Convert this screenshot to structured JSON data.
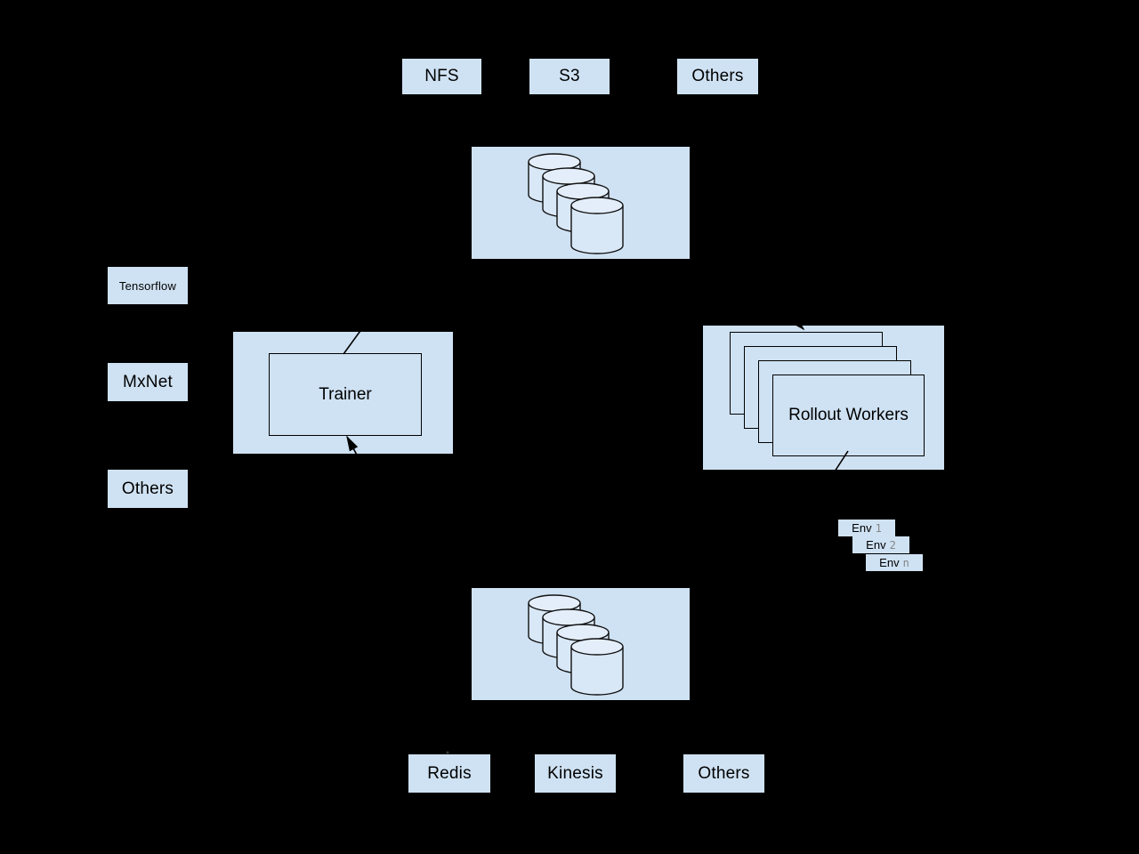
{
  "colors": {
    "background": "#000000",
    "box_fill": "#cfe2f3",
    "cylinder_body_fill": "#d9e8f7",
    "cylinder_top_fill": "#e4eefb",
    "outline": "#000000",
    "env_index_color": "#858585"
  },
  "storage_row": {
    "items": [
      {
        "label": "NFS"
      },
      {
        "label": "S3"
      },
      {
        "label": "Others"
      }
    ]
  },
  "top_datastore": {
    "icon": "database-cylinders-icon",
    "cylinder_count": 4
  },
  "frameworks": {
    "items": [
      {
        "label": "Tensorflow"
      },
      {
        "label": "MxNet"
      },
      {
        "label": "Others"
      }
    ]
  },
  "trainer": {
    "label": "Trainer"
  },
  "rollout_workers": {
    "label": "Rollout Workers",
    "stack_count": 4
  },
  "environments": {
    "items": [
      {
        "prefix": "Env",
        "index": "1"
      },
      {
        "prefix": "Env",
        "index": "2"
      },
      {
        "prefix": "Env",
        "index": "n"
      }
    ]
  },
  "bottom_datastore": {
    "icon": "database-cylinders-icon",
    "cylinder_count": 4
  },
  "memory_row": {
    "items": [
      {
        "label": "Redis"
      },
      {
        "label": "Kinesis"
      },
      {
        "label": "Others"
      }
    ]
  }
}
